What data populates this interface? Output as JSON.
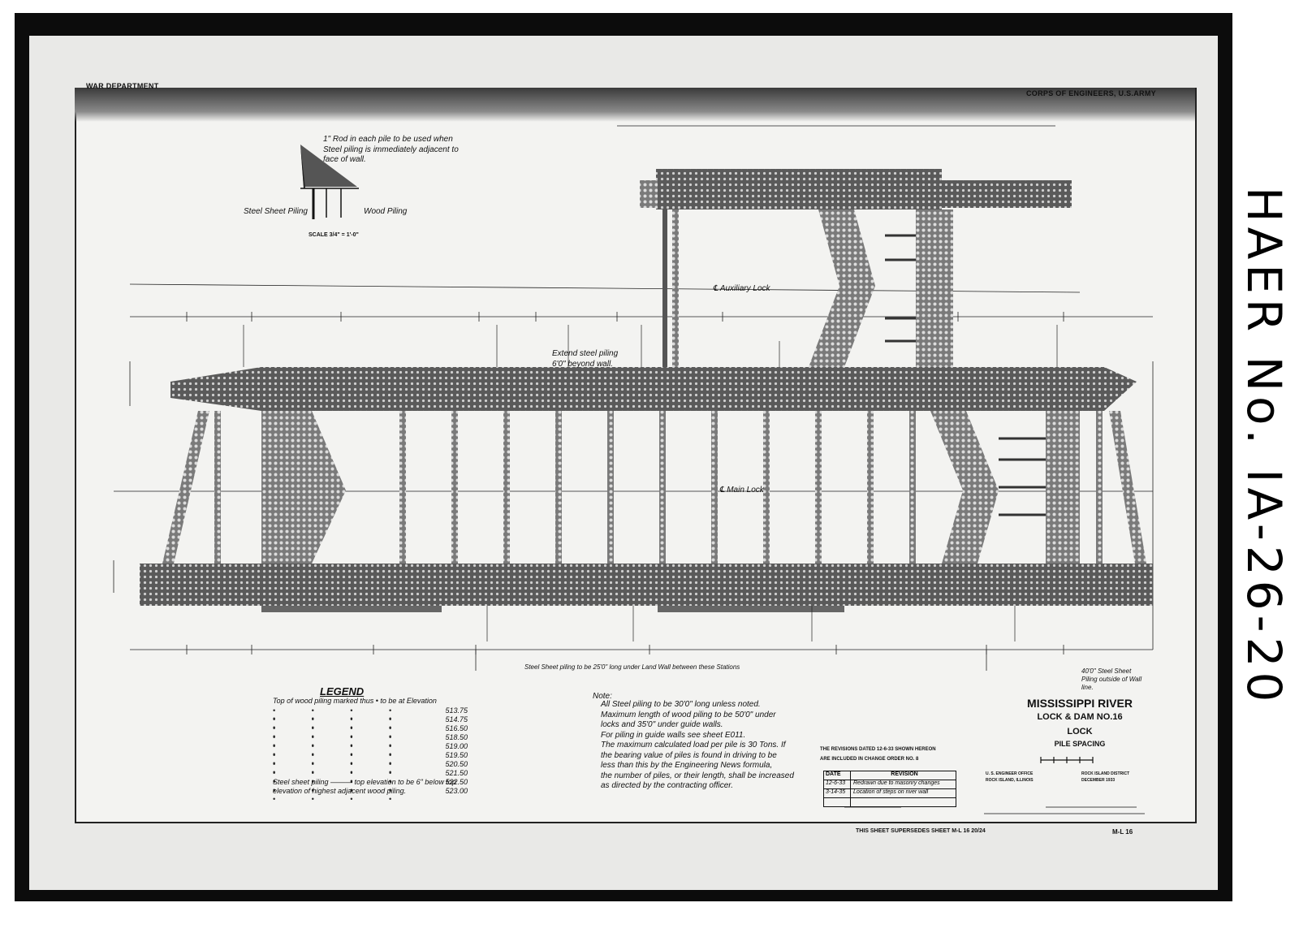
{
  "header": {
    "left": "WAR DEPARTMENT",
    "right": "CORPS OF ENGINEERS, U.S.ARMY"
  },
  "side_label": "HAER No. IA-26-20",
  "detail": {
    "rod_note": "1\" Rod in each pile to be used when Steel piling is immediately adjacent to face of wall.",
    "steel_label": "Steel Sheet Piling",
    "wood_label": "Wood Piling",
    "scale": "SCALE 3/4\" = 1'-0\""
  },
  "annotations": {
    "auxiliary_lock": "℄ Auxiliary Lock",
    "main_lock": "℄ Main Lock",
    "extend_note": "Extend steel piling 6'0\" beyond wall.",
    "land_wall_note": "Steel Sheet piling to be 25'0\" long under Land Wall between these Stations",
    "outside_note": "40'0\" Steel Sheet Piling outside of Wall line."
  },
  "legend": {
    "title": "LEGEND",
    "intro": "Top of wood piling marked thus  •  to be at Elevation",
    "elevations": [
      "513.75",
      "514.75",
      "516.50",
      "518.50",
      "519.00",
      "519.50",
      "520.50",
      "521.50",
      "522.50",
      "523.00"
    ],
    "steel_note": "Steel sheet piling ——— top elevation to be 6\" below top elevation of highest adjacent wood piling."
  },
  "notes": {
    "title": "Note:",
    "lines": [
      "All Steel piling to be 30'0\" long unless noted.",
      "Maximum length of wood piling to be 50'0\" under",
      "locks and 35'0\" under guide walls.",
      "For piling in guide walls see sheet E011.",
      "The maximum calculated load per pile is 30 Tons. If",
      "the bearing value of piles is found in driving to be",
      "less than this by the Engineering News formula,",
      "the number of piles, or their length, shall be increased",
      "as directed by the contracting officer."
    ]
  },
  "revision_note": {
    "line1": "THE REVISIONS DATED 12-6-33 SHOWN HEREON",
    "line2": "ARE INCLUDED IN CHANGE ORDER NO. 8"
  },
  "revisions": {
    "headers": [
      "DATE",
      "REVISION"
    ],
    "rows": [
      [
        "12-6-33",
        "Redrawn due to masonry changes"
      ],
      [
        "3-14-35",
        "Location of steps on river wall"
      ]
    ]
  },
  "title_block": {
    "line1": "MISSISSIPPI RIVER",
    "line2": "LOCK & DAM NO.16",
    "line3": "LOCK",
    "line4": "PILE SPACING",
    "office": "U. S. ENGINEER OFFICE",
    "city": "ROCK ISLAND, ILLINOIS",
    "district": "ROCK ISLAND DISTRICT",
    "date": "DECEMBER 1933"
  },
  "footer": {
    "supersedes": "THIS SHEET SUPERSEDES SHEET M-L 16 20/24",
    "sheet_no": "M-L 16"
  },
  "colors": {
    "ink": "#111111",
    "paper": "#f3f3f1",
    "pile_band": "#6a6a6a",
    "border": "#0c0c0c"
  }
}
